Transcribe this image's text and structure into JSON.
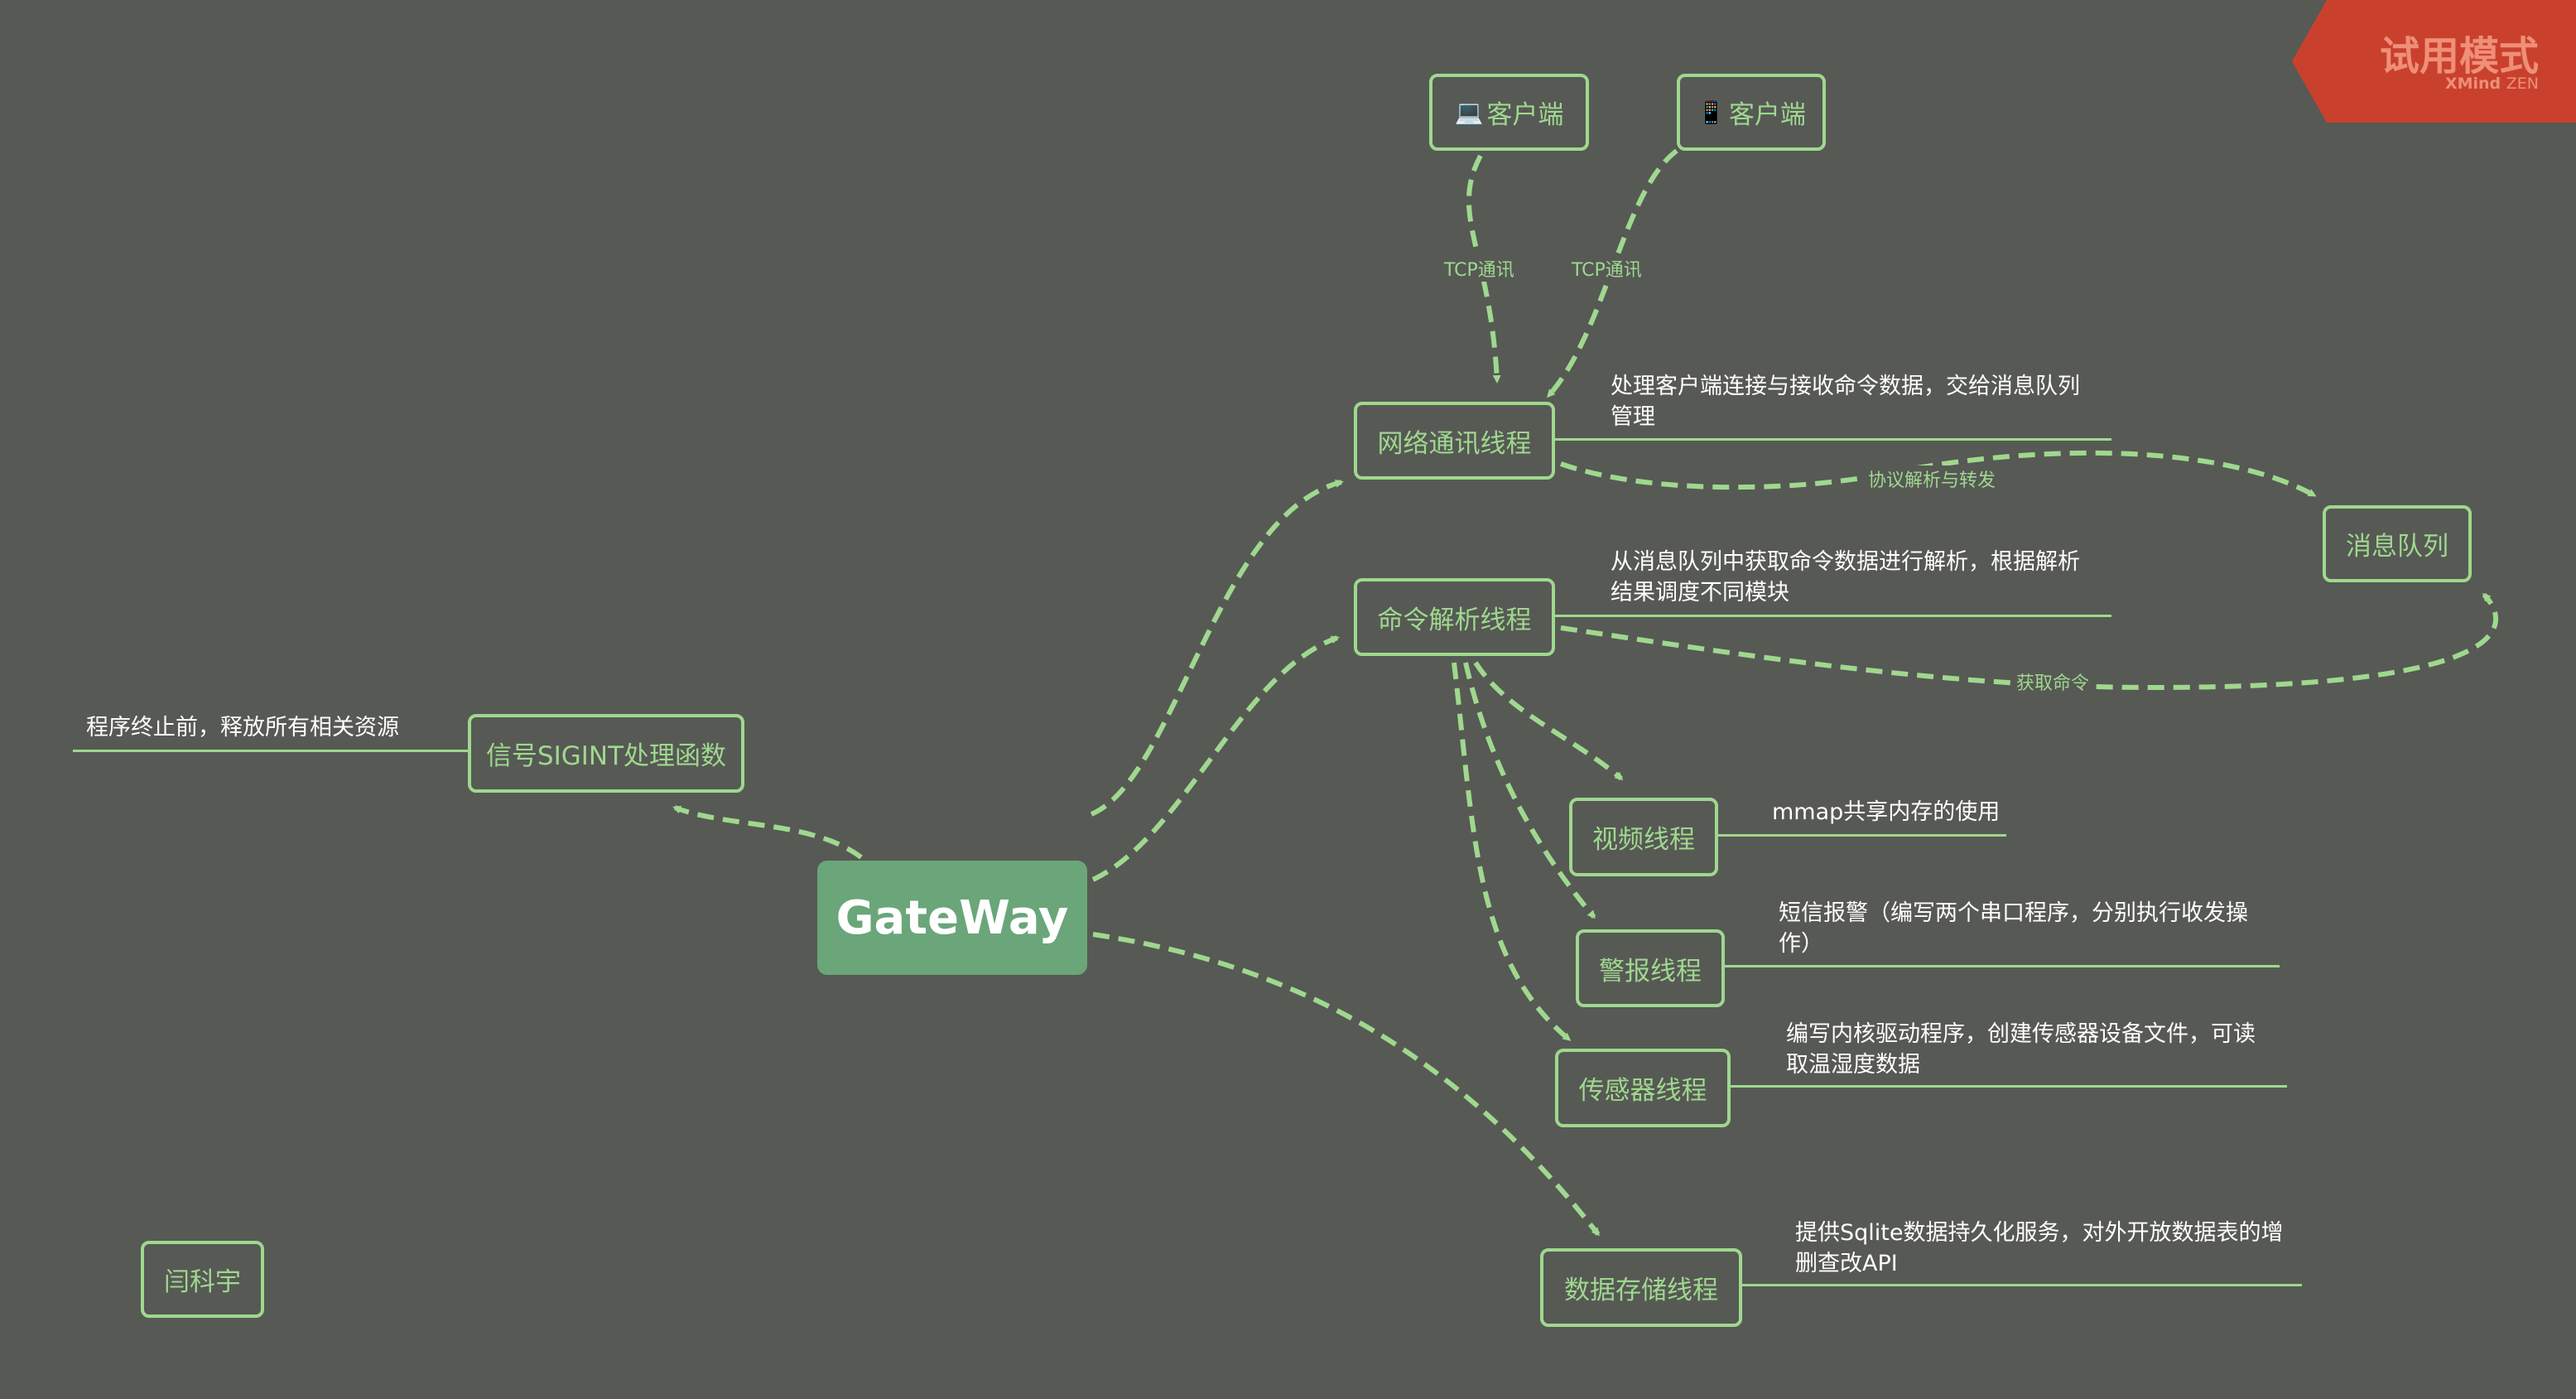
{
  "watermark": {
    "title": "试用模式",
    "brand": "XMind",
    "edition": "ZEN"
  },
  "central": {
    "label": "GateWay"
  },
  "nodes": {
    "client_pc": {
      "icon": "laptop-icon",
      "glyph": "💻",
      "label": "客户端"
    },
    "client_mobile": {
      "icon": "mobile-phone-icon",
      "glyph": "📱",
      "label": "客户端"
    },
    "network_thread": {
      "label": "网络通讯线程"
    },
    "command_thread": {
      "label": "命令解析线程"
    },
    "message_queue": {
      "label": "消息队列"
    },
    "video_thread": {
      "label": "视频线程"
    },
    "alarm_thread": {
      "label": "警报线程"
    },
    "sensor_thread": {
      "label": "传感器线程"
    },
    "storage_thread": {
      "label": "数据存储线程"
    },
    "signal_handler": {
      "label": "信号SIGINT处理函数"
    },
    "author": {
      "label": "闫科宇"
    }
  },
  "notes": {
    "network": [
      "处理客户端连接与接收命令数据，交给消息队列",
      "管理"
    ],
    "command": [
      "从消息队列中获取命令数据进行解析，根据解析",
      "结果调度不同模块"
    ],
    "video": [
      "mmap共享内存的使用"
    ],
    "alarm": [
      "短信报警（编写两个串口程序，分别执行收发操",
      "作）"
    ],
    "sensor": [
      "编写内核驱动程序，创建传感器设备文件，可读",
      "取温湿度数据"
    ],
    "storage": [
      "提供Sqlite数据持久化服务，对外开放数据表的增",
      "删查改API"
    ],
    "signal": [
      "程序终止前，释放所有相关资源"
    ]
  },
  "edge_labels": {
    "tcp_left": "TCP通讯",
    "tcp_right": "TCP通讯",
    "protocol": "协议解析与转发",
    "fetch": "获取命令"
  },
  "colors": {
    "background": "#575955",
    "accent": "#9fd88e",
    "central_fill": "#6aa679",
    "note_text": "#ffffff",
    "watermark": "#c9412d"
  }
}
